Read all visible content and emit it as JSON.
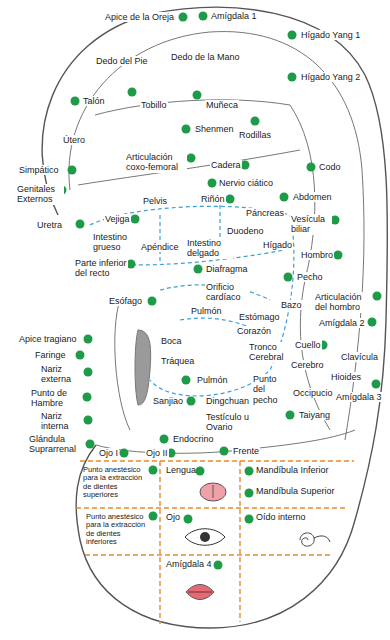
{
  "diagram": {
    "nodes": [
      {
        "text": [
          "Punto anestésico para la extracción de dientes superiores"
        ]
      },
      {
        "text": [
          "Lengua"
        ]
      },
      {
        "text": [
          "Mandíbula Inferior",
          "Mandíbula Superior"
        ]
      },
      {
        "text": [
          "Punto anestésico para la extracción de dientes inferiores"
        ]
      },
      {
        "text": [
          "Ojo"
        ]
      },
      {
        "text": [
          "Oído interno"
        ]
      },
      {
        "text": [
          "Amígdala 4"
        ]
      }
    ],
    "labels": [
      "Apice de la Oreja",
      "Amígdala 1",
      "Hígado Yang 1",
      "Dedo de la Mano",
      "Dedo del Pie",
      "Hígado Yang 2",
      "Talón",
      "Tobillo",
      "Muñeca",
      "Útero",
      "Shenmen",
      "Rodillas",
      "Articulación coxo-femoral",
      "Cadera",
      "Simpático",
      "Codo",
      "Genitales Externos",
      "Nervio ciático",
      "Pelvis",
      "Riñón",
      "Abdomen",
      "Páncreas",
      "Vejiga",
      "Uretra",
      "Vesícula biliar",
      "Duodeno",
      "Intestino grueso",
      "Apéndice",
      "Intestino delgado",
      "Hígado",
      "Hombro",
      "Parte inferior del recto",
      "Diafragma",
      "Pecho",
      "Orificio cardíaco",
      "Esófago",
      "Articulación del hombro",
      "Bazo",
      "Pulmón",
      "Estómago",
      "Amígdala 2",
      "Corazón",
      "Apice tragiano",
      "Boca",
      "Cuello",
      "Tronco Cerebral",
      "Faringe",
      "Tráquea",
      "Clavícula",
      "Nariz externa",
      "Hioides",
      "Cerebro",
      "Pulmón",
      "Punto del pecho",
      "Amígdala 3",
      "Punto de Hambre",
      "Dingchuan",
      "Occipucio",
      "Sanjiao",
      "Taiyang",
      "Nariz interna",
      "Testículo u Ovario",
      "Glándula Suprarrenal",
      "Endocrino",
      "Frente",
      "Ojo I",
      "Ojo II"
    ]
  }
}
